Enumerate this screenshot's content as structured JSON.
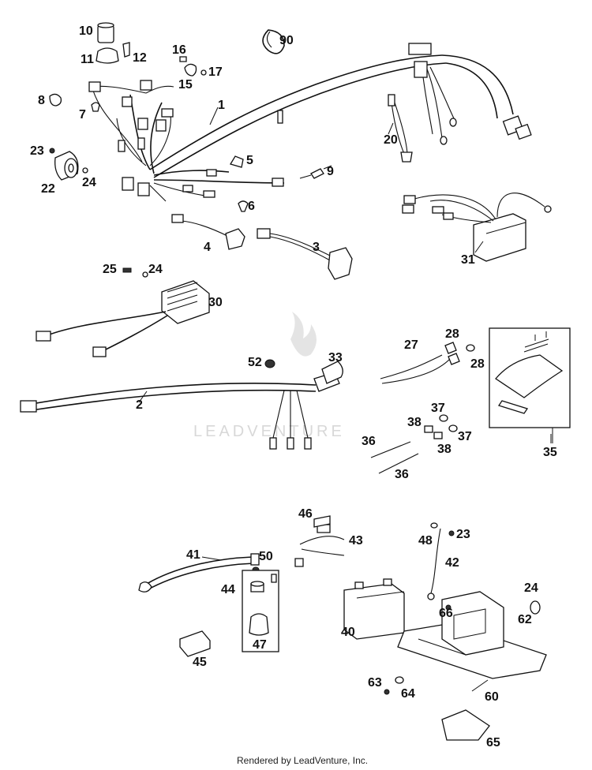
{
  "watermark": {
    "text": "LEADVENTURE"
  },
  "footer": {
    "text": "Rendered by LeadVenture, Inc."
  },
  "callouts": {
    "c1": "1",
    "c2": "2",
    "c3": "3",
    "c4": "4",
    "c5": "5",
    "c6": "6",
    "c7": "7",
    "c8": "8",
    "c9": "9",
    "c10": "10",
    "c11": "11",
    "c12": "12",
    "c15": "15",
    "c16": "16",
    "c17": "17",
    "c20": "20",
    "c22": "22",
    "c23a": "23",
    "c23b": "23",
    "c24a": "24",
    "c24b": "24",
    "c24c": "24",
    "c25": "25",
    "c27": "27",
    "c28a": "28",
    "c28b": "28",
    "c30": "30",
    "c31": "31",
    "c33": "33",
    "c35": "35",
    "c36a": "36",
    "c36b": "36",
    "c37a": "37",
    "c37b": "37",
    "c38a": "38",
    "c38b": "38",
    "c40": "40",
    "c41": "41",
    "c42": "42",
    "c43": "43",
    "c44": "44",
    "c45": "45",
    "c46": "46",
    "c47": "47",
    "c48": "48",
    "c50": "50",
    "c52": "52",
    "c60": "60",
    "c62": "62",
    "c63": "63",
    "c64": "64",
    "c65": "65",
    "c66": "66",
    "c90": "90"
  }
}
